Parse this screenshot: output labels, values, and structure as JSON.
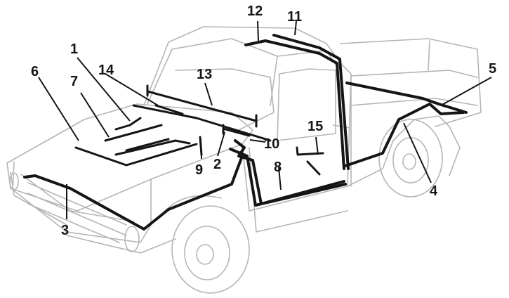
{
  "callouts": {
    "n1": "1",
    "n2": "2",
    "n3": "3",
    "n4": "4",
    "n5": "5",
    "n6": "6",
    "n7": "7",
    "n8": "8",
    "n9": "9",
    "n10": "10",
    "n11": "11",
    "n12": "12",
    "n13": "13",
    "n14": "14",
    "n15": "15"
  },
  "colors": {
    "line_run": "#151515",
    "vehicle_outline": "#b5b5b5",
    "background": "#ffffff"
  }
}
